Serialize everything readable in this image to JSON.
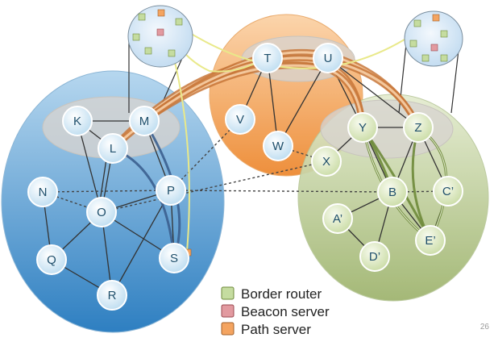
{
  "diagram": {
    "nodes": [
      {
        "id": "K",
        "label": "K"
      },
      {
        "id": "M",
        "label": "M"
      },
      {
        "id": "L",
        "label": "L"
      },
      {
        "id": "N",
        "label": "N"
      },
      {
        "id": "O",
        "label": "O"
      },
      {
        "id": "P",
        "label": "P"
      },
      {
        "id": "Q",
        "label": "Q"
      },
      {
        "id": "R",
        "label": "R"
      },
      {
        "id": "S",
        "label": "S"
      },
      {
        "id": "T",
        "label": "T"
      },
      {
        "id": "U",
        "label": "U"
      },
      {
        "id": "V",
        "label": "V"
      },
      {
        "id": "W",
        "label": "W"
      },
      {
        "id": "X",
        "label": "X"
      },
      {
        "id": "Y",
        "label": "Y"
      },
      {
        "id": "Z",
        "label": "Z"
      },
      {
        "id": "B",
        "label": "B"
      },
      {
        "id": "C2",
        "label": "C’"
      },
      {
        "id": "A2",
        "label": "A’"
      },
      {
        "id": "E2",
        "label": "E’"
      },
      {
        "id": "D2",
        "label": "D’"
      }
    ]
  },
  "legend": {
    "border_router": "Border router",
    "beacon_server": "Beacon server",
    "path_server": "Path server"
  },
  "colors": {
    "border_router": "#c5dca0",
    "beacon_server": "#e29aa0",
    "path_server": "#f4a460",
    "path_tube": "#c8773a",
    "green_path": "#6e8a3a",
    "blue_path": "#3b5f8f",
    "yellow_link": "#e9e98a"
  },
  "page_number": "26"
}
